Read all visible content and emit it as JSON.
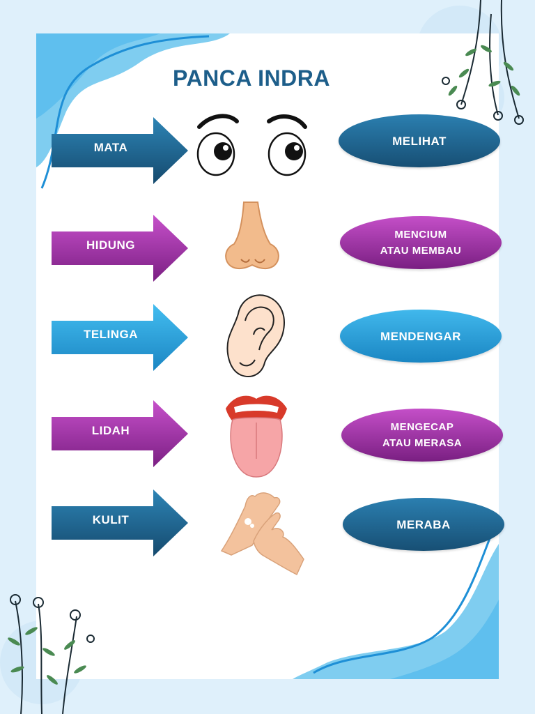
{
  "title": "PANCA INDRA",
  "colors": {
    "background": "#dff0fb",
    "title": "#1d5e8a",
    "dark_blue": "#1b5f86",
    "purple": "#a23aa8",
    "cyan": "#2aa6df"
  },
  "rows": [
    {
      "organ": "MATA",
      "function_lines": [
        "MELIHAT"
      ],
      "color": "dark_blue",
      "icon": "eyes-icon"
    },
    {
      "organ": "HIDUNG",
      "function_lines": [
        "MENCIUM",
        "ATAU MEMBAU"
      ],
      "color": "purple",
      "icon": "nose-icon"
    },
    {
      "organ": "TELINGA",
      "function_lines": [
        "MENDENGAR"
      ],
      "color": "cyan",
      "icon": "ear-icon"
    },
    {
      "organ": "LIDAH",
      "function_lines": [
        "MENGECAP",
        "ATAU MERASA"
      ],
      "color": "purple",
      "icon": "tongue-icon"
    },
    {
      "organ": "KULIT",
      "function_lines": [
        "MERABA"
      ],
      "color": "dark_blue",
      "icon": "hands-icon"
    }
  ]
}
